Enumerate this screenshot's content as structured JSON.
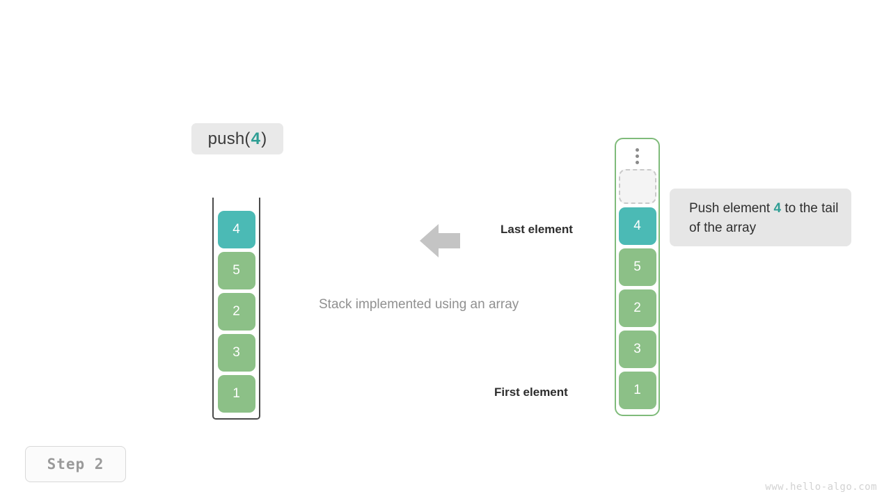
{
  "call": {
    "name": "push(",
    "arg": "4",
    "close": ")"
  },
  "left_stack": {
    "label": "left-array-stack",
    "cells": [
      {
        "value": "4",
        "state": "top"
      },
      {
        "value": "5",
        "state": "normal"
      },
      {
        "value": "2",
        "state": "normal"
      },
      {
        "value": "3",
        "state": "normal"
      },
      {
        "value": "1",
        "state": "normal"
      }
    ]
  },
  "right_stack": {
    "label": "right-array-stack",
    "dots_icon": "vertical-dots-icon",
    "empty_slot": "",
    "cells": [
      {
        "value": "4",
        "state": "top"
      },
      {
        "value": "5",
        "state": "normal"
      },
      {
        "value": "2",
        "state": "normal"
      },
      {
        "value": "3",
        "state": "normal"
      },
      {
        "value": "1",
        "state": "normal"
      }
    ]
  },
  "annotations": {
    "arrow_icon": "arrow-left-icon",
    "last_element": "Last element",
    "first_element": "First element",
    "caption": "Stack implemented using an array"
  },
  "note": {
    "prefix": "Push element ",
    "highlight": "4",
    "suffix": " to the tail of the array"
  },
  "step": {
    "text": "Step 2"
  },
  "watermark": {
    "text": "www.hello-algo.com"
  },
  "colors": {
    "top_cell": "#4bbab5",
    "normal_cell": "#8cc087",
    "highlight_text": "#2e9e94",
    "container_border": "#7fbb7a",
    "left_border": "#4a4a4a",
    "chip_bg": "#e9e9e9",
    "note_bg": "#e6e6e6",
    "arrow": "#c4c4c4"
  }
}
